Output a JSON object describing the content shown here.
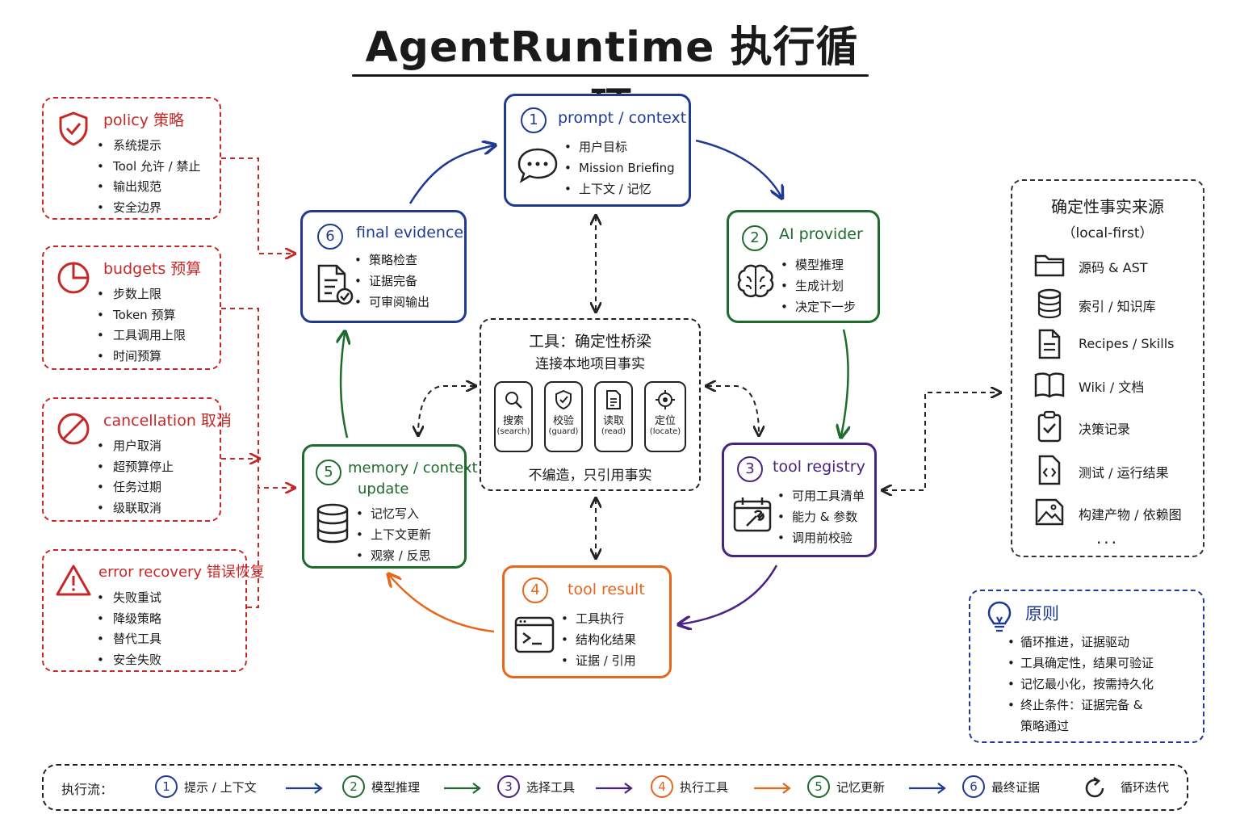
{
  "title": "AgentRuntime 执行循环",
  "colors": {
    "blue": "#1f3a93",
    "green": "#1f6b2e",
    "purple": "#4a2280",
    "orange": "#e8661a",
    "red": "#c62828"
  },
  "side": {
    "policy": {
      "title": "policy 策略",
      "icon": "shield-check-icon",
      "items": [
        "系统提示",
        "Tool 允许 / 禁止",
        "输出规范",
        "安全边界"
      ]
    },
    "budgets": {
      "title": "budgets 预算",
      "icon": "pie-clock-icon",
      "items": [
        "步数上限",
        "Token 预算",
        "工具调用上限",
        "时间预算"
      ]
    },
    "cancellation": {
      "title": "cancellation 取消",
      "icon": "prohibited-icon",
      "items": [
        "用户取消",
        "超预算停止",
        "任务过期",
        "级联取消"
      ]
    },
    "error": {
      "title": "error recovery 错误恢复",
      "icon": "warning-icon",
      "items": [
        "失败重试",
        "降级策略",
        "替代工具",
        "安全失败"
      ]
    }
  },
  "nodes": {
    "n1": {
      "num": "1",
      "title": "prompt / context",
      "icon": "chat-bubble-icon",
      "items": [
        "用户目标",
        "Mission Briefing",
        "上下文 / 记忆"
      ]
    },
    "n2": {
      "num": "2",
      "title": "AI provider",
      "icon": "brain-icon",
      "items": [
        "模型推理",
        "生成计划",
        "决定下一步"
      ]
    },
    "n3": {
      "num": "3",
      "title": "tool registry",
      "icon": "toolbox-icon",
      "items": [
        "可用工具清单",
        "能力 & 参数",
        "调用前校验"
      ]
    },
    "n4": {
      "num": "4",
      "title": "tool result",
      "icon": "terminal-icon",
      "items": [
        "工具执行",
        "结构化结果",
        "证据 / 引用"
      ]
    },
    "n5": {
      "num": "5",
      "title_line1": "memory / context",
      "title_line2": "update",
      "icon": "database-icon",
      "items": [
        "记忆写入",
        "上下文更新",
        "观察 / 反思"
      ]
    },
    "n6": {
      "num": "6",
      "title": "final evidence",
      "icon": "document-check-icon",
      "items": [
        "策略检查",
        "证据完备",
        "可审阅输出"
      ]
    }
  },
  "center": {
    "title": "工具：确定性桥梁",
    "subtitle": "连接本地项目事实",
    "footer": "不编造，只引用事实",
    "tools": [
      {
        "label": "搜索",
        "sub": "(search)",
        "icon": "magnifier-icon"
      },
      {
        "label": "校验",
        "sub": "(guard)",
        "icon": "shield-icon"
      },
      {
        "label": "读取",
        "sub": "(read)",
        "icon": "file-icon"
      },
      {
        "label": "定位",
        "sub": "(locate)",
        "icon": "crosshair-icon"
      }
    ]
  },
  "sources": {
    "title": "确定性事实来源",
    "subtitle": "（local-first）",
    "items": [
      {
        "label": "源码 & AST",
        "icon": "folder-icon"
      },
      {
        "label": "索引 / 知识库",
        "icon": "database-icon"
      },
      {
        "label": "Recipes / Skills",
        "icon": "document-icon"
      },
      {
        "label": "Wiki / 文档",
        "icon": "book-icon"
      },
      {
        "label": "决策记录",
        "icon": "clipboard-check-icon"
      },
      {
        "label": "测试 / 运行结果",
        "icon": "code-file-icon"
      },
      {
        "label": "构建产物 / 依赖图",
        "icon": "image-file-icon"
      }
    ],
    "more": "..."
  },
  "principles": {
    "title": "原则",
    "icon": "lightbulb-icon",
    "items": [
      "循环推进，证据驱动",
      "工具确定性，结果可验证",
      "记忆最小化，按需持久化"
    ],
    "last_line1": "终止条件：证据完备 &",
    "last_line2": "策略通过"
  },
  "flow": {
    "label": "执行流：",
    "steps": [
      {
        "num": "1",
        "text": "提示 / 上下文"
      },
      {
        "num": "2",
        "text": "模型推理"
      },
      {
        "num": "3",
        "text": "选择工具"
      },
      {
        "num": "4",
        "text": "执行工具"
      },
      {
        "num": "5",
        "text": "记忆更新"
      },
      {
        "num": "6",
        "text": "最终证据"
      }
    ],
    "loop": "循环迭代"
  }
}
